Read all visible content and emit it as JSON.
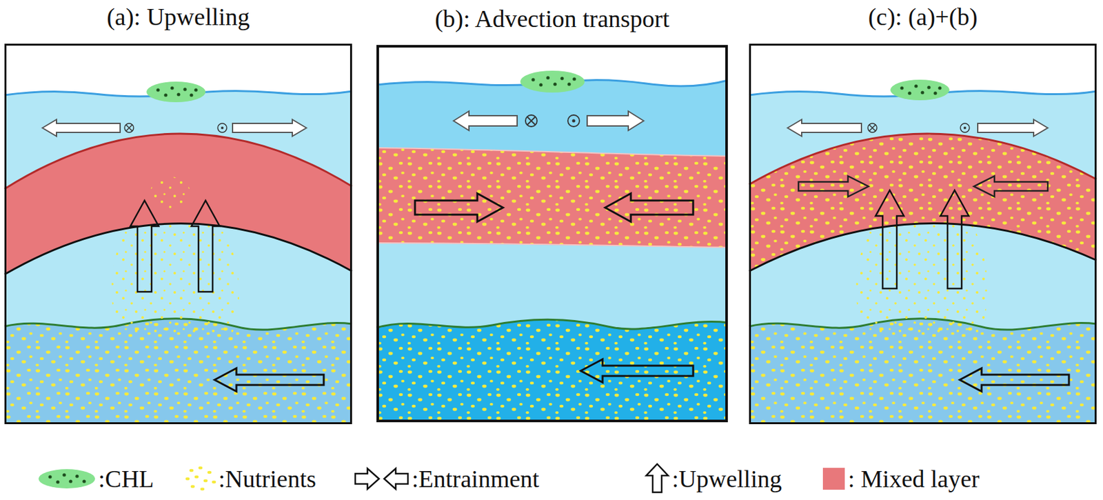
{
  "diagram": {
    "nodes": [
      {
        "text": [
          "(a): Upwelling"
        ]
      },
      {
        "text": [
          "(b): Advection transport"
        ]
      },
      {
        "text": [
          "(c): (a)+(b)"
        ]
      }
    ],
    "legend": [
      {
        "text": ":CHL"
      },
      {
        "text": ":Nutrients"
      },
      {
        "text": ":Entrainment"
      },
      {
        "text": ":Upwelling"
      },
      {
        "text": ": Mixed layer",
        "color": "#e8787b"
      }
    ]
  }
}
